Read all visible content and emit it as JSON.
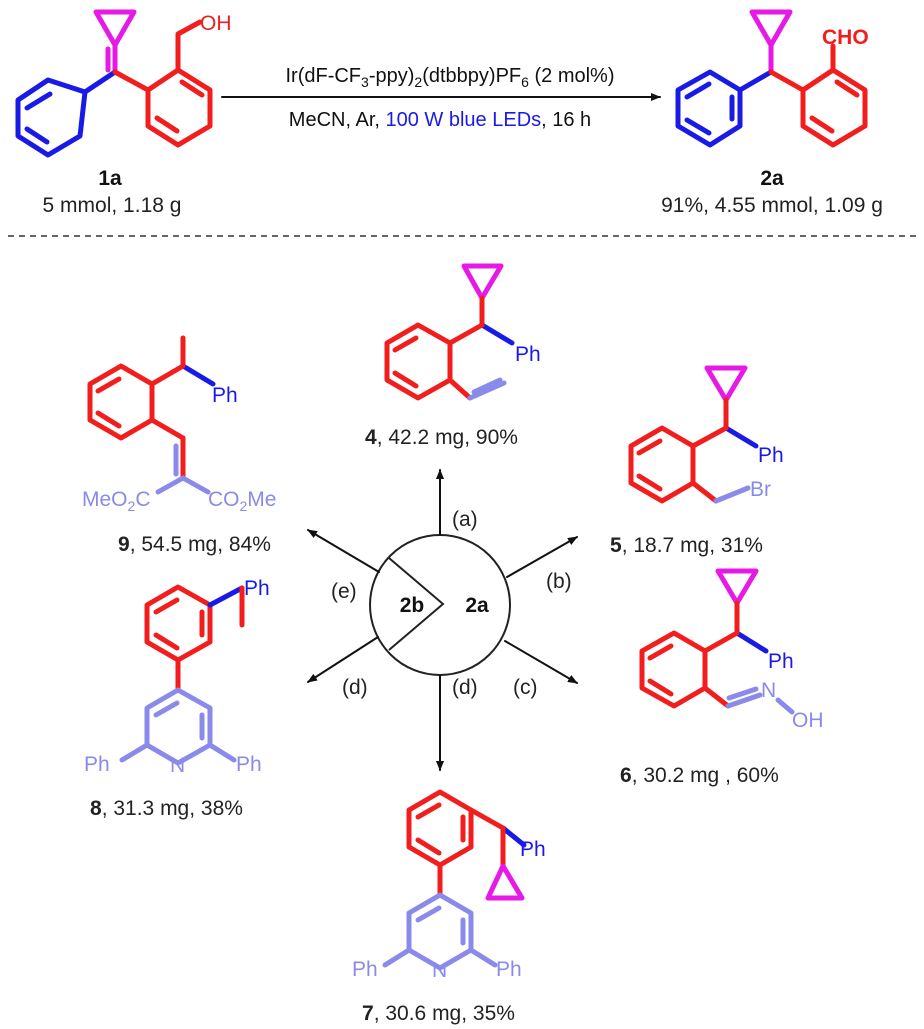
{
  "top_reaction": {
    "reactant": {
      "label": "1a",
      "amount": "5 mmol, 1.18 g",
      "atom_oh": "OH"
    },
    "conditions_line1": {
      "part1": "Ir(dF-CF",
      "sub1": "3",
      "part2": "-ppy)",
      "sub2": "2",
      "part3": "(dtbbpy)PF",
      "sub3": "6",
      "part4": " (2 mol%)"
    },
    "conditions_line2": {
      "pre": "MeCN, Ar, ",
      "highlight": "100 W blue LEDs",
      "post": ", 16 h",
      "highlight_color": "#1a1ae6"
    },
    "product": {
      "label": "2a",
      "amount": "91%, 4.55 mmol, 1.09 g",
      "atom_cho": "CHO"
    }
  },
  "hub": {
    "left_label": "2b",
    "right_label": "2a"
  },
  "arrow_letters": {
    "a": "(a)",
    "b": "(b)",
    "c": "(c)",
    "d1": "(d)",
    "d2": "(d)",
    "e": "(e)"
  },
  "products": {
    "p4": {
      "label": "4",
      "yield": ", 42.2 mg, 90%",
      "ph": "Ph"
    },
    "p5": {
      "label": "5",
      "yield": ", 18.7 mg, 31%",
      "ph": "Ph",
      "br": "Br"
    },
    "p6": {
      "label": "6",
      "yield": ", 30.2 mg , 60%",
      "ph": "Ph",
      "n": "N",
      "oh": "OH"
    },
    "p7": {
      "label": "7",
      "yield": ", 30.6 mg, 35%",
      "ph": "Ph",
      "ph_left": "Ph",
      "ph_right": "Ph",
      "n": "N"
    },
    "p8": {
      "label": "8",
      "yield": ", 31.3 mg, 38%",
      "ph": "Ph",
      "ph_left": "Ph",
      "ph_right": "Ph",
      "n": "N"
    },
    "p9": {
      "label": "9",
      "yield": ", 54.5 mg, 84%",
      "ph": "Ph",
      "meo2c": "MeO",
      "meo2c_sub": "2",
      "meo2c_c": "C",
      "co2me_c": "CO",
      "co2me_sub": "2",
      "co2me_me": "Me"
    }
  },
  "colors": {
    "red": "#f21d1d",
    "blue": "#1a1ae6",
    "magenta": "#e619e6",
    "lavender": "#8a8aeb",
    "black": "#111111"
  }
}
